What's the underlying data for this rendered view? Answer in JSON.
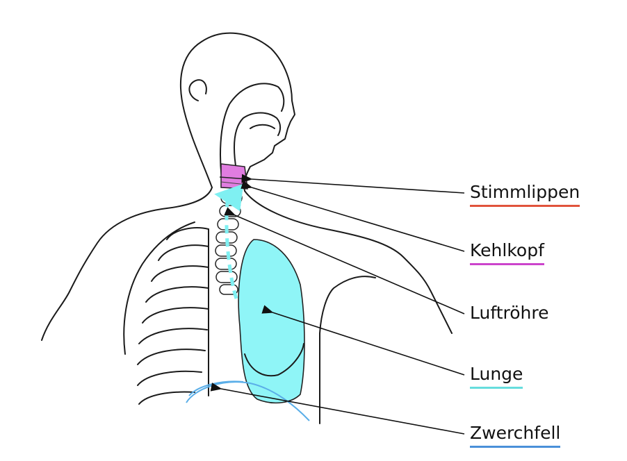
{
  "labels": {
    "stimmlippen": "Stimmlippen",
    "kehlkopf": "Kehlkopf",
    "luftroehre": "Luftröhre",
    "lunge": "Lunge",
    "zwerchfell": "Zwerchfell"
  },
  "colors": {
    "stimmlippen_underline": "#e0533b",
    "kehlkopf_underline": "#cc44cc",
    "luftroehre_underline": "#ffffff",
    "lunge_underline": "#66dddd",
    "zwerchfell_underline": "#4a90d9",
    "larynx_fill": "#e07de0",
    "lung_fill": "#8ff5f7",
    "airflow_arrow": "#7ff0f2",
    "diaphragm_line": "#5aaee8"
  }
}
